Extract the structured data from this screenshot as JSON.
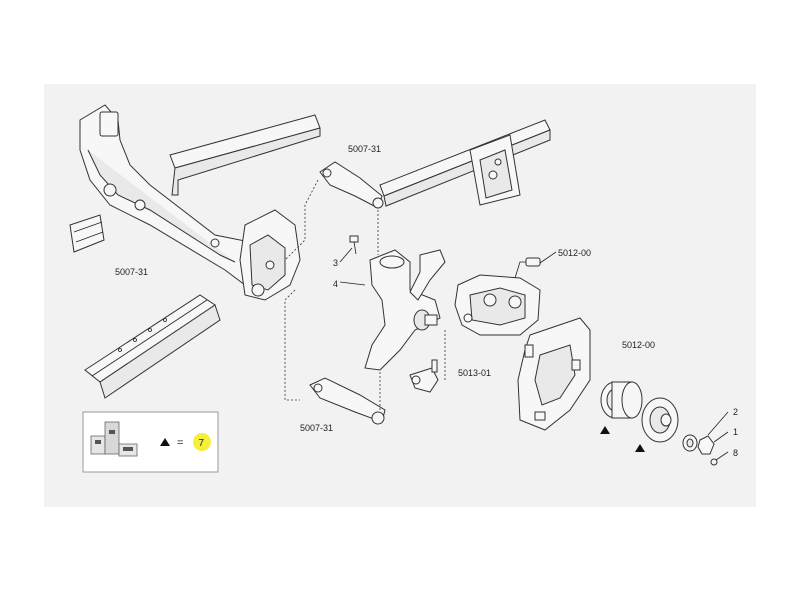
{
  "labels": {
    "axle_left": "5007-31",
    "upper_arm": "5007-31",
    "lower_arm": "5007-31",
    "caliper": "5012-00",
    "hub": "5012-00",
    "tie_rod_end": "5013-01",
    "item3": "3",
    "item4": "4",
    "item2": "2",
    "item1": "1",
    "item8": "8"
  },
  "legend": {
    "equals": "=",
    "quantity": "7"
  },
  "colors": {
    "panel_bg": "#f2f2f2",
    "badge": "#f5ee3c",
    "line": "#222222"
  }
}
